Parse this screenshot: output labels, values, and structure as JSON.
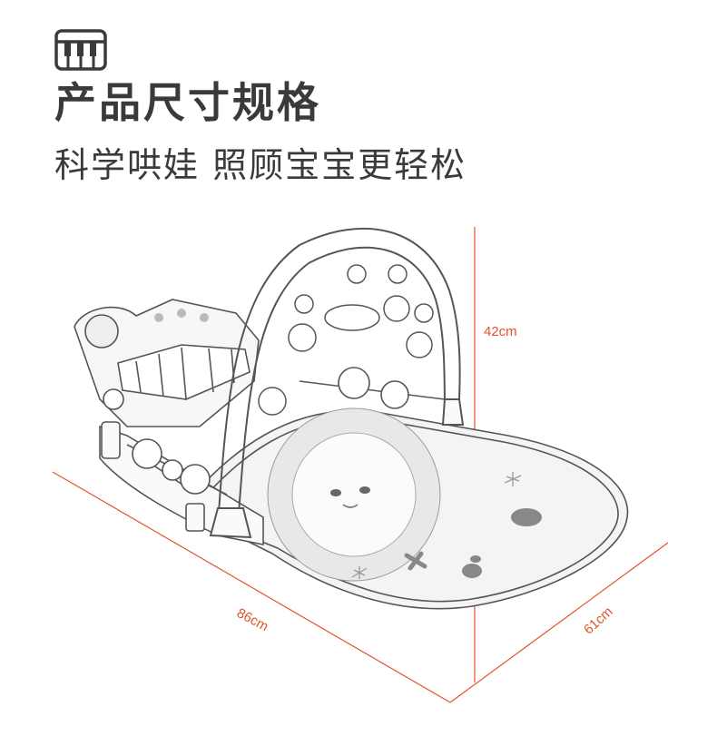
{
  "header": {
    "title": "产品尺寸规格",
    "subtitle": "科学哄娃 照顾宝宝更轻松",
    "logo_icon": "piano-keys-icon"
  },
  "dimensions": {
    "height": "42cm",
    "length": "86cm",
    "width": "61cm"
  },
  "colors": {
    "text": "#3a3a3a",
    "dimension_lines": "#e2522c",
    "illustration_stroke": "#555555",
    "mat_fill": "#f2f2f2"
  }
}
